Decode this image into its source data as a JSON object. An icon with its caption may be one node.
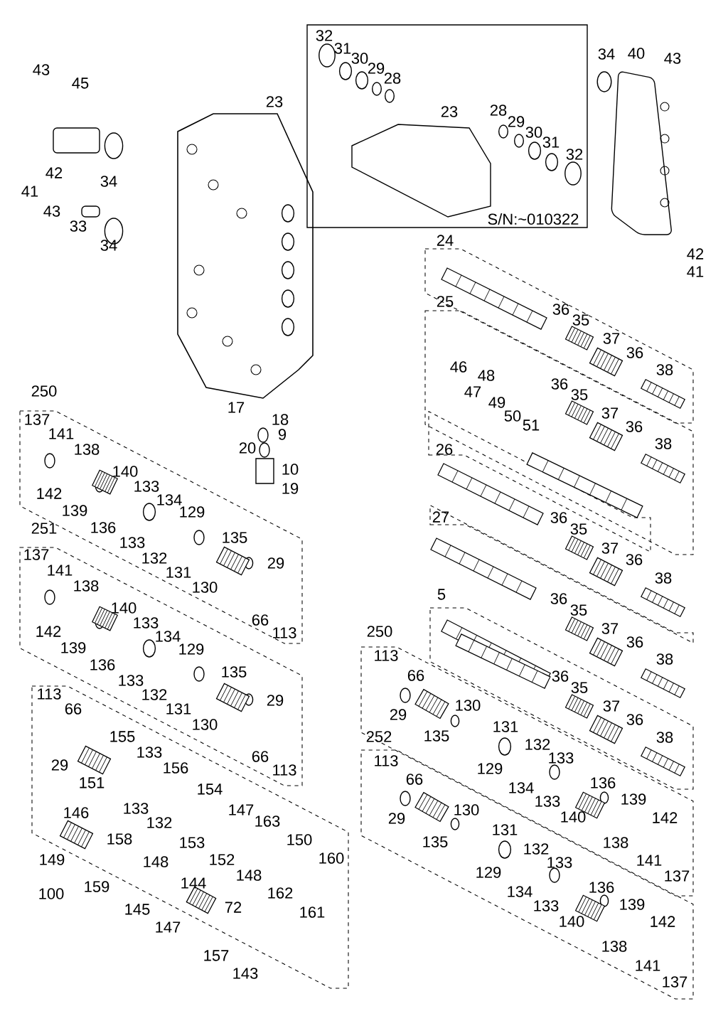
{
  "diagram": {
    "labels": [
      "43",
      "45",
      "23",
      "42",
      "41",
      "34",
      "43",
      "33",
      "34",
      "32",
      "31",
      "30",
      "29",
      "28",
      "23",
      "28",
      "29",
      "30",
      "31",
      "32",
      "S/N:~010322",
      "34",
      "40",
      "43",
      "42",
      "41",
      "24",
      "36",
      "35",
      "37",
      "36",
      "38",
      "25",
      "46",
      "47",
      "48",
      "49",
      "50",
      "51",
      "36",
      "35",
      "37",
      "36",
      "26",
      "38",
      "27",
      "36",
      "35",
      "37",
      "36",
      "38",
      "5",
      "36",
      "35",
      "37",
      "36",
      "38",
      "36",
      "35",
      "37",
      "36",
      "38",
      "17",
      "18",
      "9",
      "20",
      "10",
      "19",
      "250",
      "137",
      "141",
      "138",
      "142",
      "139",
      "140",
      "133",
      "136",
      "133",
      "134",
      "129",
      "132",
      "131",
      "130",
      "135",
      "29",
      "66",
      "113",
      "251",
      "137",
      "141",
      "138",
      "142",
      "139",
      "140",
      "133",
      "136",
      "133",
      "134",
      "129",
      "132",
      "131",
      "130",
      "135",
      "29",
      "66",
      "113",
      "113",
      "66",
      "29",
      "151",
      "155",
      "133",
      "133",
      "156",
      "132",
      "154",
      "153",
      "147",
      "152",
      "163",
      "148",
      "150",
      "162",
      "160",
      "161",
      "146",
      "149",
      "158",
      "159",
      "145",
      "148",
      "144",
      "147",
      "72",
      "157",
      "143",
      "100",
      "250",
      "113",
      "66",
      "29",
      "130",
      "135",
      "131",
      "129",
      "132",
      "134",
      "133",
      "133",
      "140",
      "136",
      "139",
      "138",
      "142",
      "141",
      "137",
      "252",
      "113",
      "66",
      "29",
      "130",
      "135",
      "131",
      "129",
      "132",
      "134",
      "133",
      "133",
      "140",
      "136",
      "139",
      "138",
      "142",
      "141",
      "137"
    ]
  }
}
